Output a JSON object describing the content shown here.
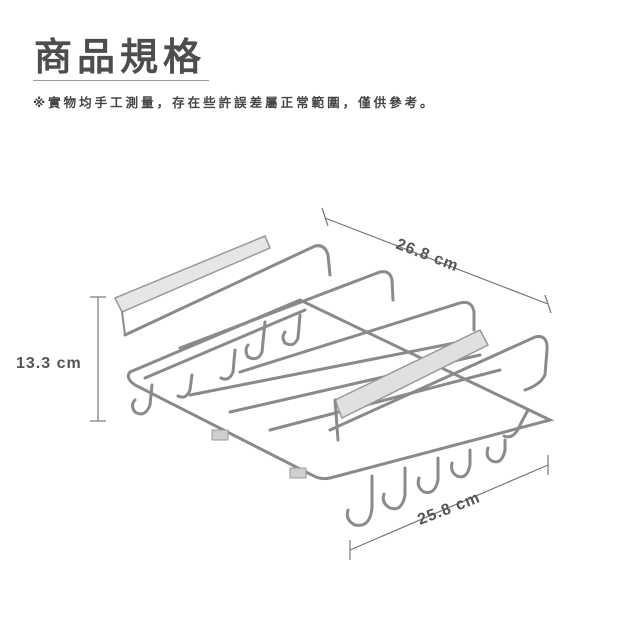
{
  "header": {
    "title": "商品規格",
    "note": "※實物均手工測量，存在些許誤差屬正常範圍，僅供參考。"
  },
  "dimensions": {
    "length": "26.8 cm",
    "width": "25.8 cm",
    "height": "13.3 cm"
  },
  "product_image": "under-shelf-hanging-rack-icon"
}
